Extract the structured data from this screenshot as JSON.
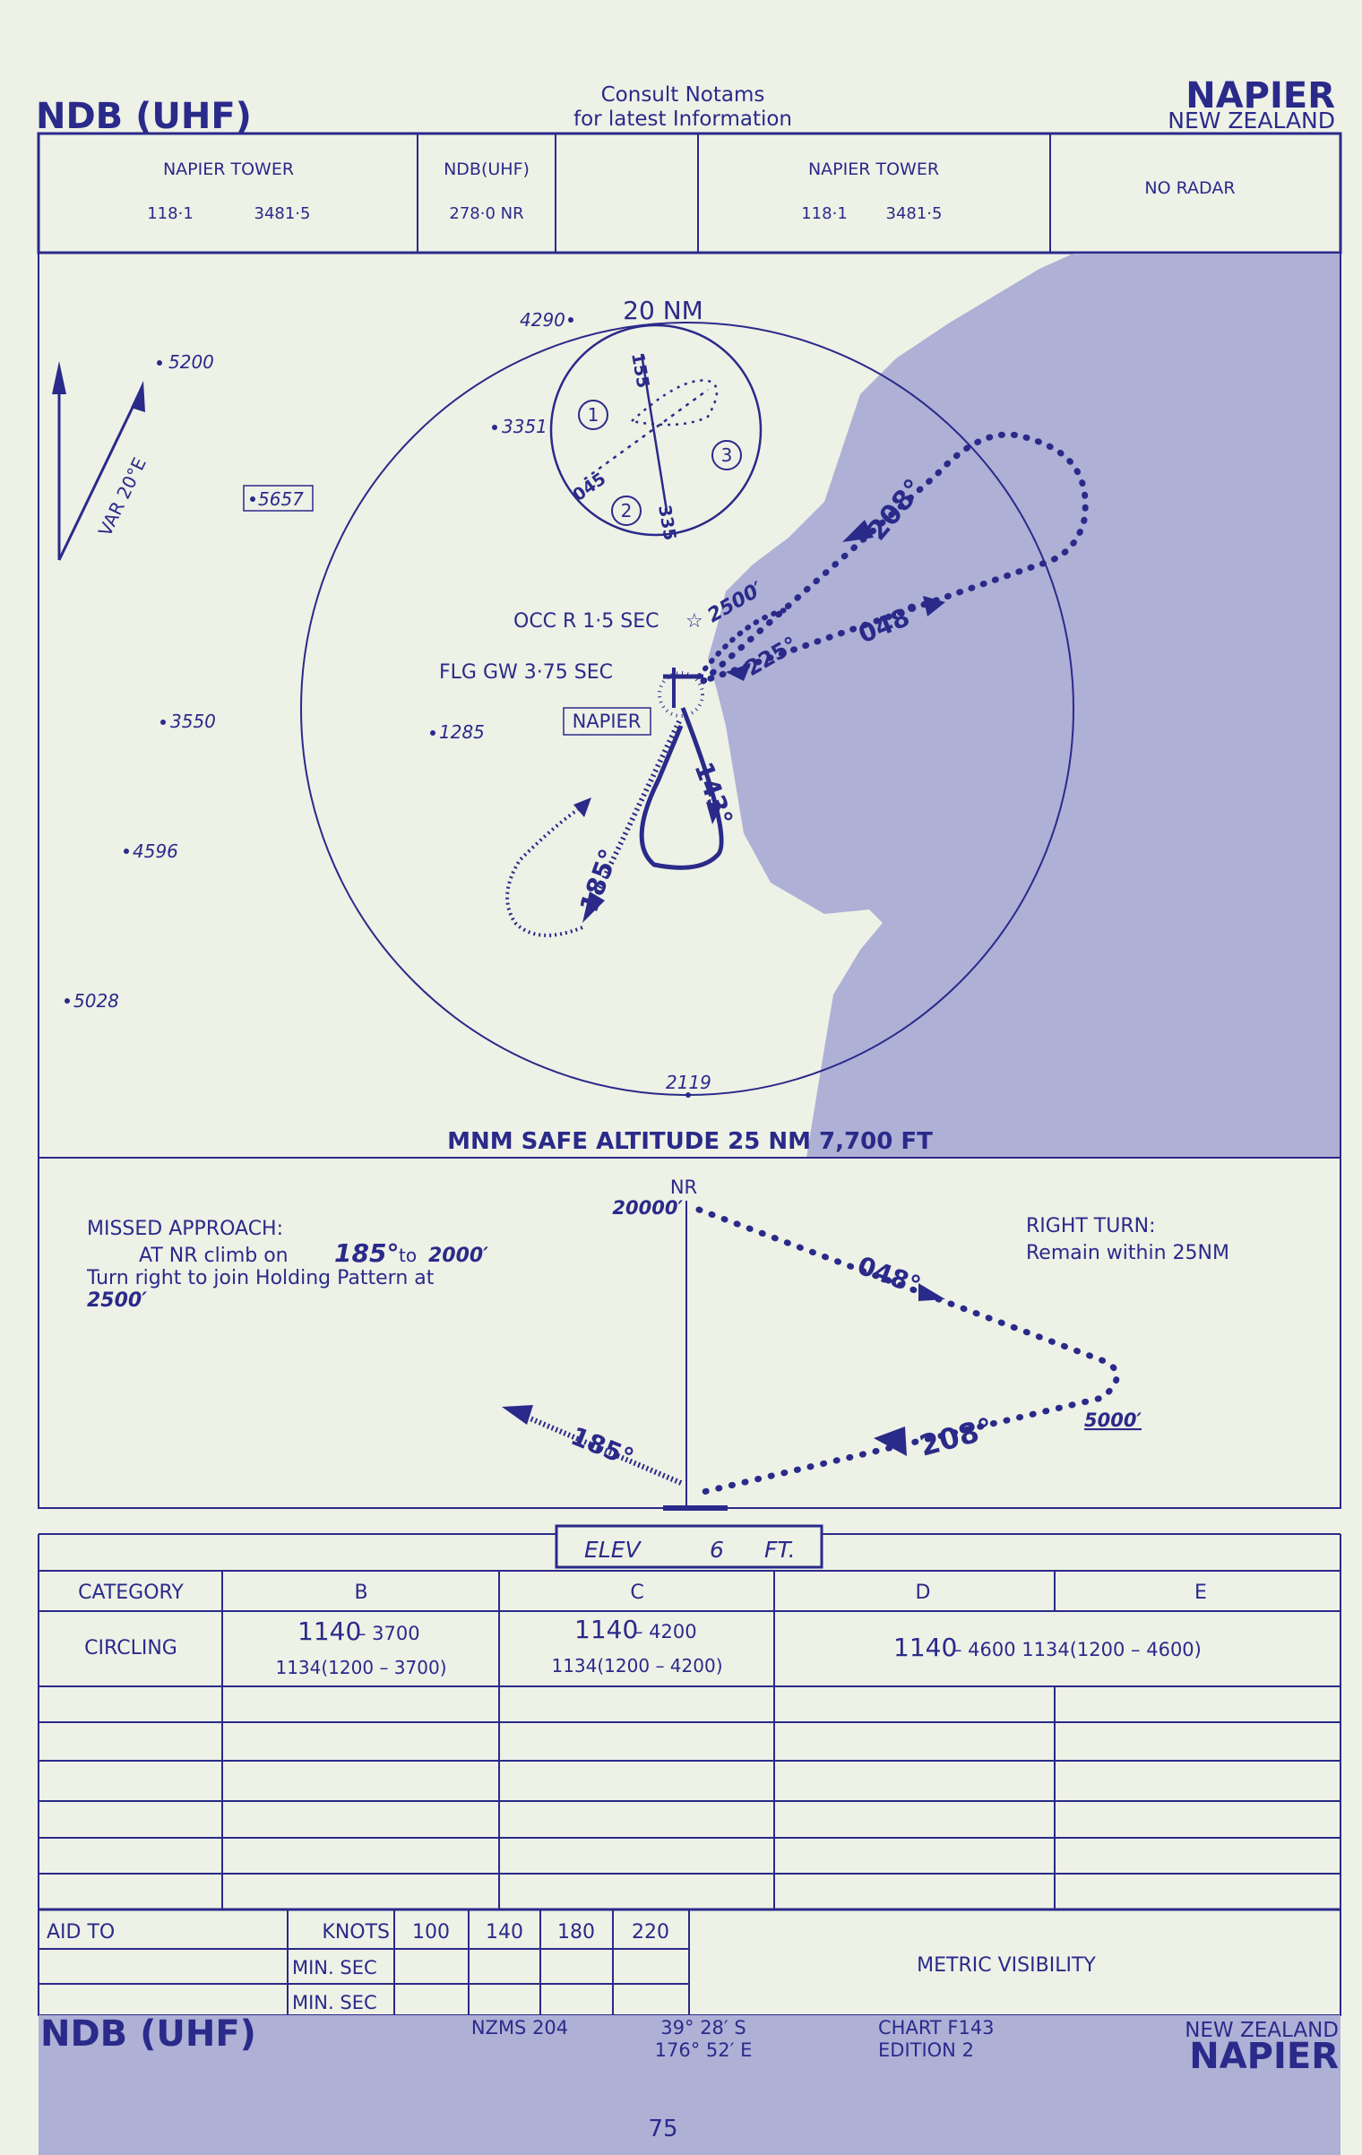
{
  "header": {
    "procedure": "NDB (UHF)",
    "notice_line1": "Consult  Notams",
    "notice_line2": "for  latest  Information",
    "airport": "NAPIER",
    "country": "NEW ZEALAND"
  },
  "comms": [
    {
      "name": "NAPIER   TOWER",
      "freq1": "118·1",
      "freq2": "3481·5"
    },
    {
      "name": "NDB(UHF)",
      "freq1": "278·0   NR"
    },
    {
      "name": "NAPIER TOWER",
      "freq1": "118·1",
      "freq2": "3481·5"
    },
    {
      "name": "NO RADAR"
    }
  ],
  "plan": {
    "range_ring": "20 NM",
    "variation": "VAR 20°E",
    "spot_heights": [
      "5200",
      "4290",
      "3351",
      "5657",
      "3550",
      "1285",
      "4596",
      "5028",
      "2119"
    ],
    "light1": "OCC  R  1·5  SEC",
    "light2": "FLG  GW  3·75  SEC",
    "aerodrome": "NAPIER",
    "tracks": [
      "208°",
      "048°",
      "225°",
      "2500′",
      "143°",
      "185°"
    ],
    "inset": {
      "sectors": [
        "1",
        "2",
        "3"
      ],
      "tracks": [
        "155",
        "045",
        "335"
      ]
    },
    "msa": "MNM SAFE ALTITUDE 25 NM   7,700 FT"
  },
  "profile": {
    "missed_approach_title": "MISSED  APPROACH:",
    "missed_line1_a": "AT  NR  climb  on",
    "missed_line1_track": "185°",
    "missed_line1_to": "to",
    "missed_line1_alt": "2000′",
    "missed_line2": "Turn  right  to  join  Holding  Pattern  at",
    "missed_line3": "2500′",
    "right_turn_title": "RIGHT  TURN:",
    "right_turn_text": "Remain  within  25NM",
    "beacon": "NR",
    "alt_top": "20000′",
    "alt_bottom": "5000′",
    "track_out": "048°",
    "track_in": "208°",
    "track_missed": "185°"
  },
  "elev": {
    "label": "ELEV",
    "value": "6",
    "unit": "FT."
  },
  "minima": {
    "header": [
      "CATEGORY",
      "B",
      "C",
      "D",
      "E"
    ],
    "circling_label": "CIRCLING",
    "B_main": "1140",
    "B_main_sub": "– 3700",
    "B_alt": "1134(1200 – 3700)",
    "C_main": "1140",
    "C_main_sub": "– 4200",
    "C_alt": "1134(1200 – 4200)",
    "DE_main": "1140",
    "DE_main_sub": "– 4600   1134(1200 – 4600)"
  },
  "timing": {
    "aid_label": "AID TO",
    "knots_label": "KNOTS",
    "speeds": [
      "100",
      "140",
      "180",
      "220"
    ],
    "min_sec_labels": [
      "MIN. SEC",
      "MIN. SEC"
    ],
    "metric_visibility": "METRIC VISIBILITY"
  },
  "footer": {
    "procedure": "NDB (UHF)",
    "map_series": "NZMS  204",
    "lat": "39°  28′  S",
    "lon": "176°  52′  E",
    "chart": "CHART   F143",
    "edition": "EDITION   2",
    "country": "NEW  ZEALAND",
    "airport": "NAPIER",
    "page": "75"
  },
  "colors": {
    "ink": "#2a2a8a",
    "paper": "#eef1e6",
    "shade": "#aeb0d6"
  }
}
